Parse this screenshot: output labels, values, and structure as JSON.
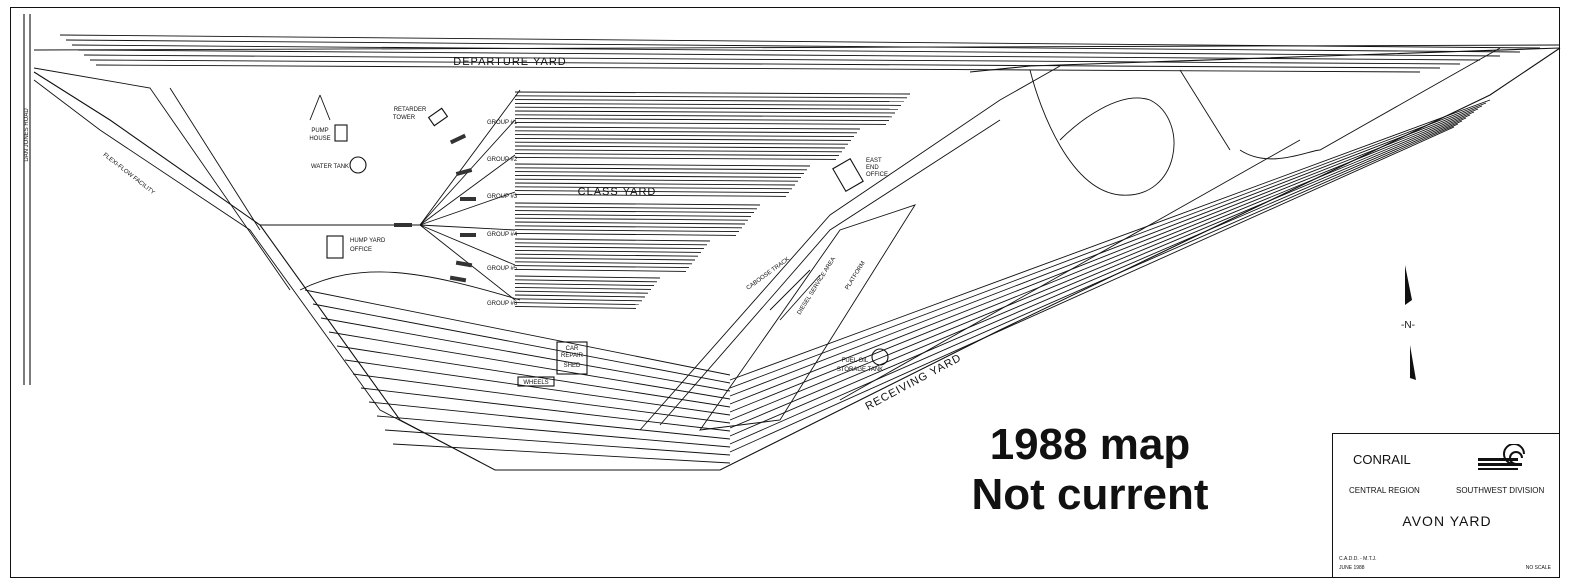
{
  "map": {
    "labels": {
      "departure_yard": "DEPARTURE YARD",
      "class_yard": "CLASS YARD",
      "receiving_yard": "RECEIVING YARD",
      "road": "DAN JONES ROAD",
      "flexi_flow": "FLEXI-FLOW FACILITY",
      "pump_house_1": "PUMP",
      "pump_house_2": "HOUSE",
      "water_tank": "WATER TANK",
      "retarder_1": "RETARDER",
      "retarder_2": "TOWER",
      "hump_office_1": "HUMP YARD",
      "hump_office_2": "OFFICE",
      "east_end_1": "EAST",
      "east_end_2": "END",
      "east_end_3": "OFFICE",
      "caboose": "CABOOSE TRACK",
      "diesel": "DIESEL SERVICE AREA",
      "platform": "PLATFORM",
      "car_repair_1": "CAR",
      "car_repair_2": "REPAIR",
      "car_repair_3": "SHED",
      "wheels": "WHEELS",
      "fuel_1": "FUEL OIL",
      "fuel_2": "STORAGE TANK",
      "north": "-N-"
    },
    "groups": [
      "GROUP #1",
      "GROUP #2",
      "GROUP #3",
      "GROUP #4",
      "GROUP #5",
      "GROUP #6"
    ]
  },
  "note": {
    "line1": "1988 map",
    "line2": "Not current"
  },
  "title_block": {
    "company": "CONRAIL",
    "region": "CENTRAL REGION",
    "division": "SOUTHWEST DIVISION",
    "yard": "AVON YARD",
    "drawn": "C.A.D.D. - M.T.J.",
    "date": "JUNE 1988",
    "scale": "NO SCALE"
  }
}
